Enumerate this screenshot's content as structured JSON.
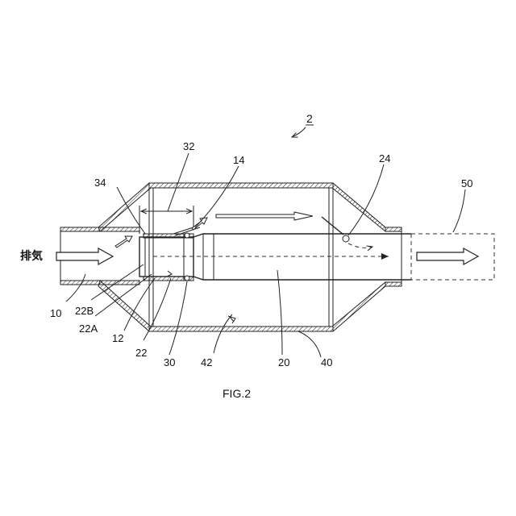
{
  "figure": {
    "caption": "FIG.2",
    "inlet_label": "排気",
    "assembly_label": "2",
    "labels": {
      "l10": "10",
      "l12": "12",
      "l14": "14",
      "l20": "20",
      "l22": "22",
      "l22a": "22A",
      "l22b": "22B",
      "l24": "24",
      "l30": "30",
      "l32": "32",
      "l34": "34",
      "l40": "40",
      "l42": "42",
      "l50": "50"
    }
  }
}
